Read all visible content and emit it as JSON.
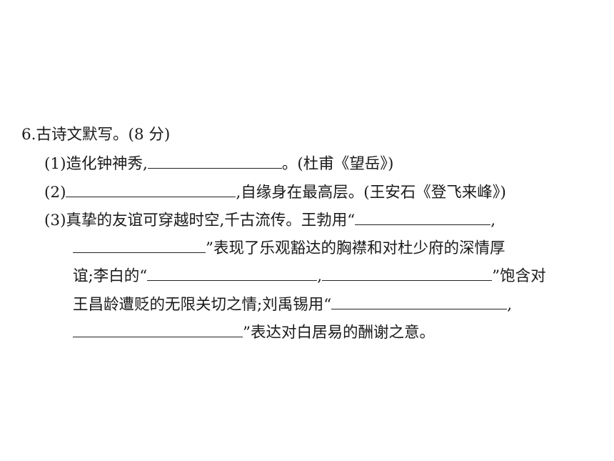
{
  "question": {
    "title": "6.古诗文默写。(8 分)",
    "q1": {
      "num": "(1)",
      "pre": "造化钟神秀,",
      "post": "。(杜甫《望岳》)"
    },
    "q2": {
      "num": "(2)",
      "post": ",自缘身在最高层。(王安石《登飞来峰》)"
    },
    "q3": {
      "num": "(3)",
      "line1_pre": "真挚的友谊可穿越时空,千古流传。王勃用“",
      "comma": ",",
      "line2_post": "”表现了乐观豁达的胸襟和对杜少府的深情厚",
      "line3_pre": "谊;李白的“",
      "line3_post": "”饱含对",
      "line4_pre": "王昌龄遭贬的无限关切之情;刘禹锡用“",
      "line5_post": "”表达对白居易的酬谢之意。"
    }
  }
}
